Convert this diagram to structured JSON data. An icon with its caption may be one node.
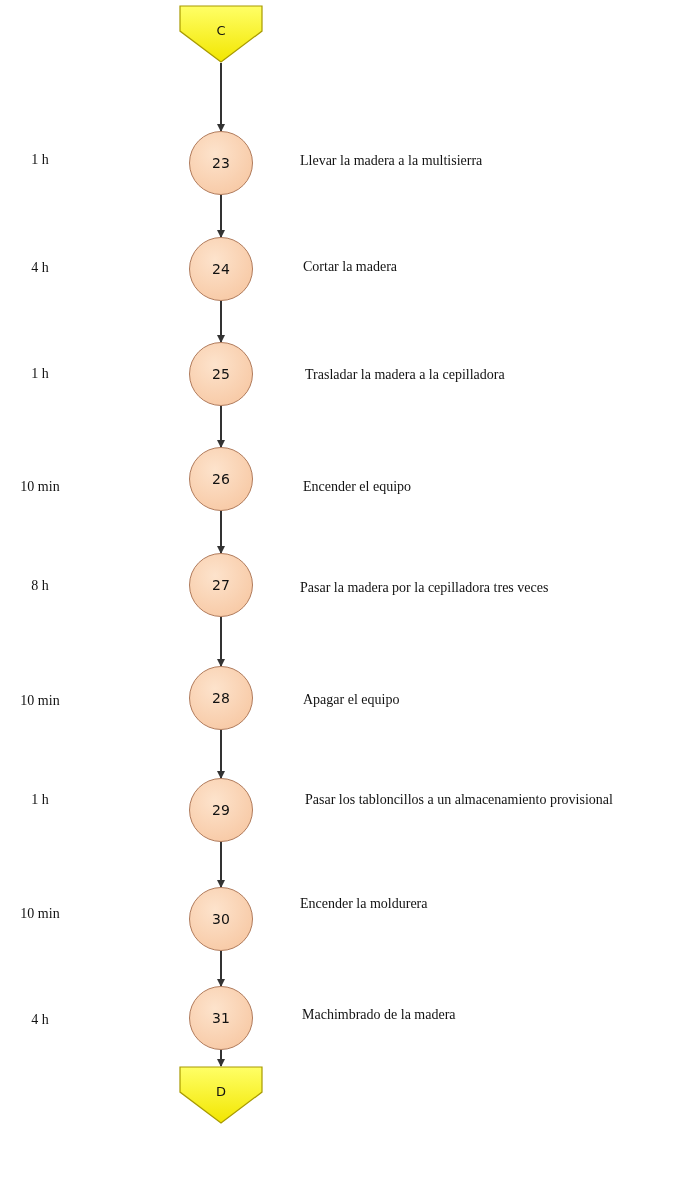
{
  "diagram": {
    "nodes": [
      {
        "text": [
          "C"
        ]
      },
      {
        "text": [
          "23"
        ],
        "beside": [
          "Llevar la madera a la multisierra"
        ]
      },
      {
        "text": [
          "24"
        ],
        "beside": [
          "Cortar la madera"
        ]
      },
      {
        "text": [
          "25"
        ],
        "beside": [
          "Trasladar la madera a la cepilladora"
        ]
      },
      {
        "text": [
          "26"
        ],
        "beside": [
          "Encender el equipo"
        ]
      },
      {
        "text": [
          "27"
        ],
        "beside": [
          "Pasar la madera por la cepilladora tres veces"
        ]
      },
      {
        "text": [
          "28"
        ],
        "beside": [
          "Apagar el equipo"
        ]
      },
      {
        "text": [
          "29"
        ],
        "beside": [
          "Pasar los tabloncillos a un almacenamiento provisional"
        ]
      },
      {
        "text": [
          "30"
        ],
        "beside": [
          "Encender la moldurera"
        ]
      },
      {
        "text": [
          "31"
        ],
        "beside": [
          "Machimbrado de la madera"
        ]
      },
      {
        "text": [
          "D"
        ]
      }
    ],
    "edges": [
      {
        "from": 0,
        "to": 1,
        "arrow": "to"
      },
      {
        "from": 1,
        "to": 2,
        "arrow": "to"
      },
      {
        "from": 2,
        "to": 3,
        "arrow": "to"
      },
      {
        "from": 3,
        "to": 4,
        "arrow": "to"
      },
      {
        "from": 4,
        "to": 5,
        "arrow": "to"
      },
      {
        "from": 5,
        "to": 6,
        "arrow": "to"
      },
      {
        "from": 6,
        "to": 7,
        "arrow": "to"
      },
      {
        "from": 7,
        "to": 8,
        "arrow": "to"
      },
      {
        "from": 8,
        "to": 9,
        "arrow": "to"
      },
      {
        "from": 9,
        "to": 10,
        "arrow": "to"
      }
    ],
    "labels": [
      "1 h",
      "4 h",
      "1 h",
      "10 min",
      "8 h",
      "10 min",
      "1 h",
      "10 min",
      "4 h"
    ]
  }
}
